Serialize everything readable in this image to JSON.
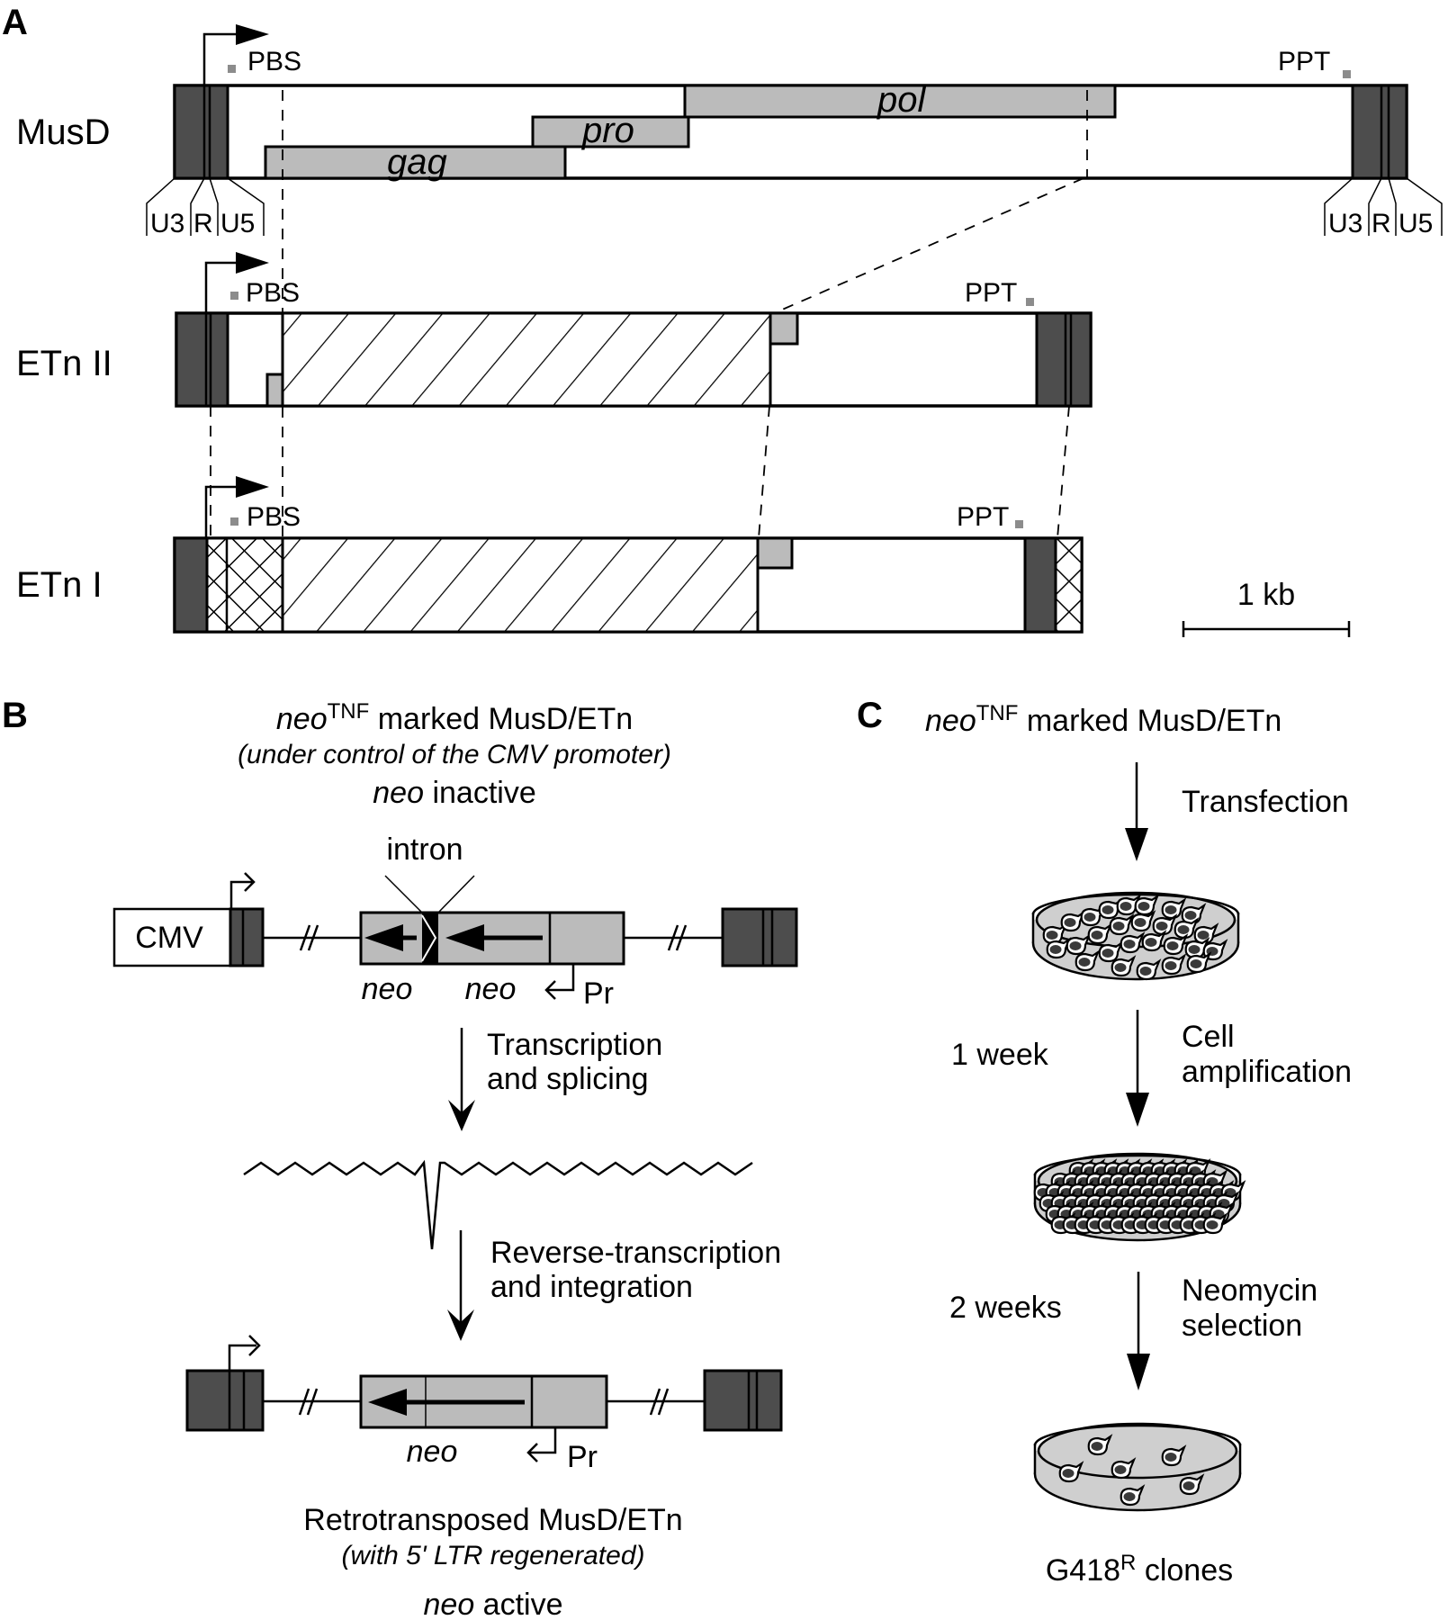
{
  "figure": {
    "panel_a": {
      "label": "A",
      "elements": [
        {
          "name": "MusD",
          "label": "MusD"
        },
        {
          "name": "ETn II",
          "label": "ETn II"
        },
        {
          "name": "ETn I",
          "label": "ETn I"
        }
      ],
      "genes": {
        "gag": "gag",
        "pro": "pro",
        "pol": "pol"
      },
      "ltr_regions": [
        "U3",
        "R",
        "U5"
      ],
      "sites": {
        "pbs": "PBS",
        "ppt": "PPT"
      },
      "scale_bar": "1 kb"
    },
    "panel_b": {
      "label": "B",
      "title_prefix": "neo",
      "title_sup": "TNF",
      "title_rest": " marked MusD/ETn",
      "subtitle": "(under control of the CMV promoter)",
      "status_top_italic": "neo",
      "status_top_rest": " inactive",
      "intron_label": "intron",
      "cmv_label": "CMV",
      "neo_label": "neo",
      "promoter_label": "Pr",
      "step1_line1": "Transcription",
      "step1_line2": "and splicing",
      "step2_line1": "Reverse-transcription",
      "step2_line2": "and integration",
      "result_title": "Retrotransposed MusD/ETn",
      "result_subtitle": "(with 5' LTR regenerated)",
      "status_bottom_italic": "neo",
      "status_bottom_rest": " active"
    },
    "panel_c": {
      "label": "C",
      "title_prefix": "neo",
      "title_sup": "TNF",
      "title_rest": " marked MusD/ETn",
      "steps": [
        {
          "time": "",
          "action_line1": "Transfection",
          "action_line2": ""
        },
        {
          "time": "1 week",
          "action_line1": "Cell",
          "action_line2": "amplification"
        },
        {
          "time": "2 weeks",
          "action_line1": "Neomycin",
          "action_line2": "selection"
        }
      ],
      "result_prefix": "G418",
      "result_sup": "R",
      "result_rest": " clones"
    }
  }
}
